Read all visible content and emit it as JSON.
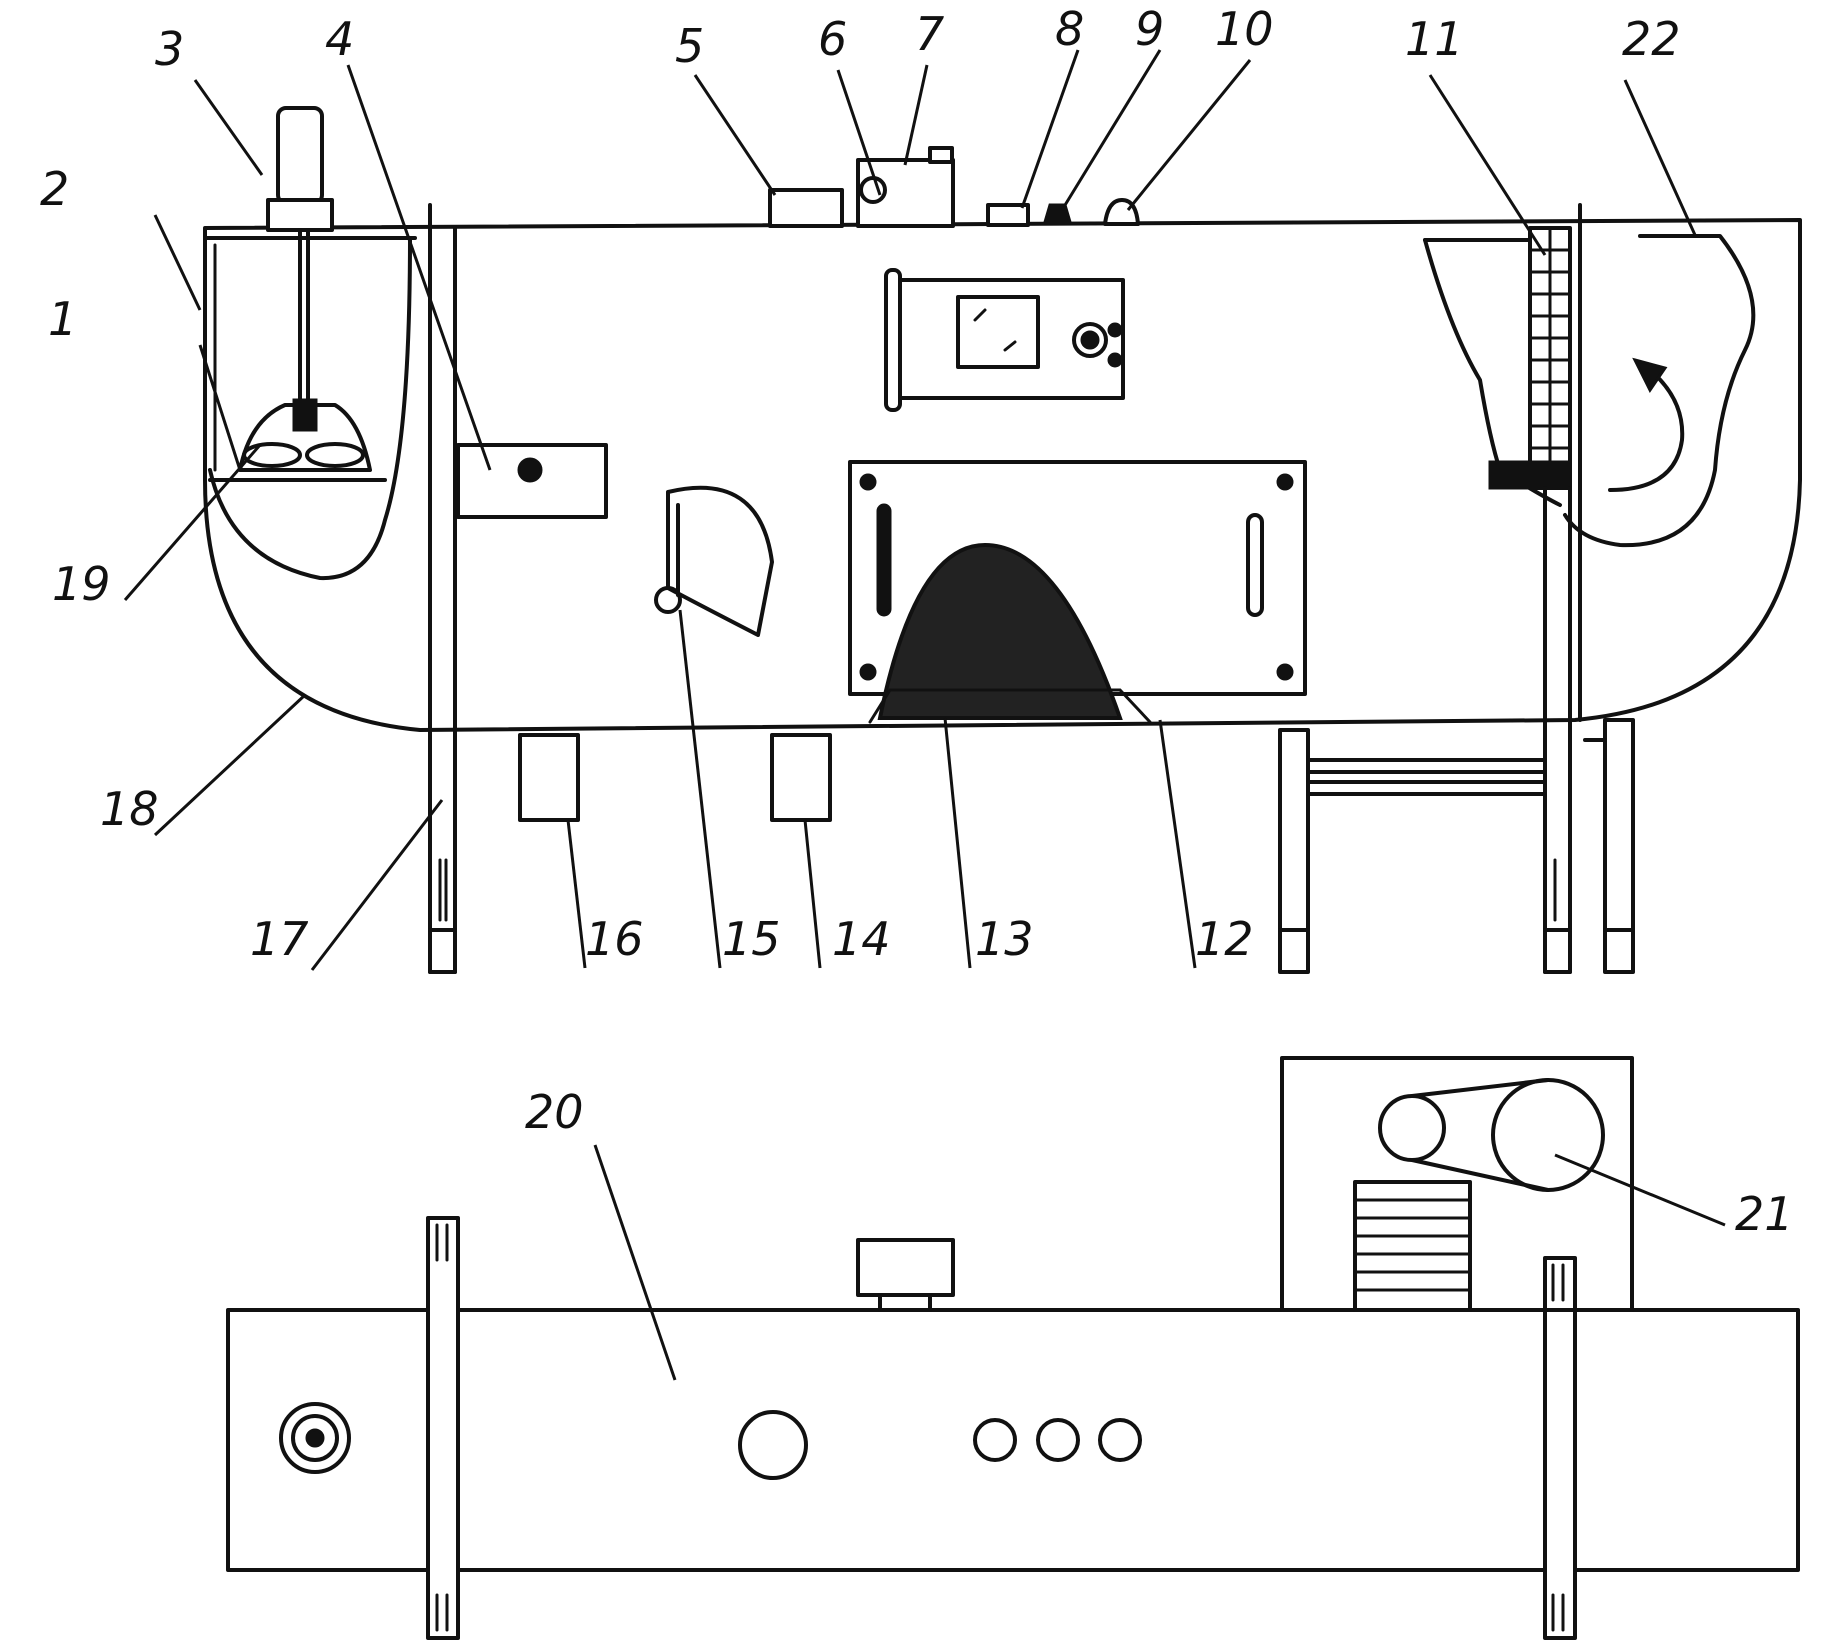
{
  "labels": {
    "l1": "1",
    "l2": "2",
    "l3": "3",
    "l4": "4",
    "l5": "5",
    "l6": "6",
    "l7": "7",
    "l8": "8",
    "l9": "9",
    "l10": "10",
    "l11": "11",
    "l12": "12",
    "l13": "13",
    "l14": "14",
    "l15": "15",
    "l16": "16",
    "l17": "17",
    "l18": "18",
    "l19": "19",
    "l20": "20",
    "l21": "21",
    "l22": "22"
  },
  "colors": {
    "ink": "#111111",
    "paper": "#ffffff"
  }
}
